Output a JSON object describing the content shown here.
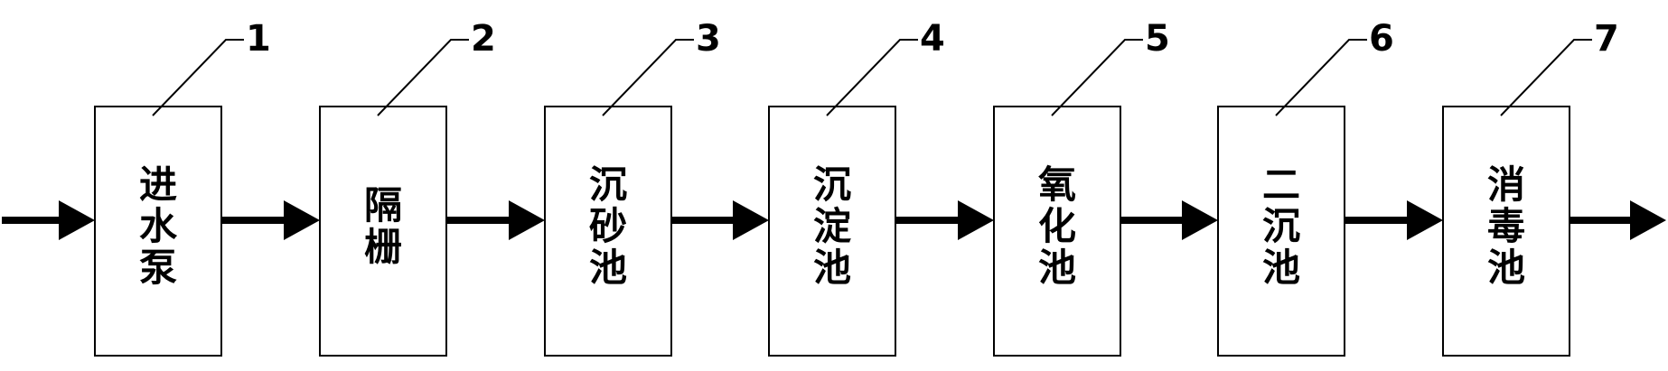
{
  "diagram": {
    "line_color": "#000000",
    "steps": [
      {
        "number": "1",
        "label": "进水泵"
      },
      {
        "number": "2",
        "label": "隔栅"
      },
      {
        "number": "3",
        "label": "沉砂池"
      },
      {
        "number": "4",
        "label": "沉淀池"
      },
      {
        "number": "5",
        "label": "氧化池"
      },
      {
        "number": "6",
        "label": "二沉池"
      },
      {
        "number": "7",
        "label": "消毒池"
      }
    ]
  }
}
